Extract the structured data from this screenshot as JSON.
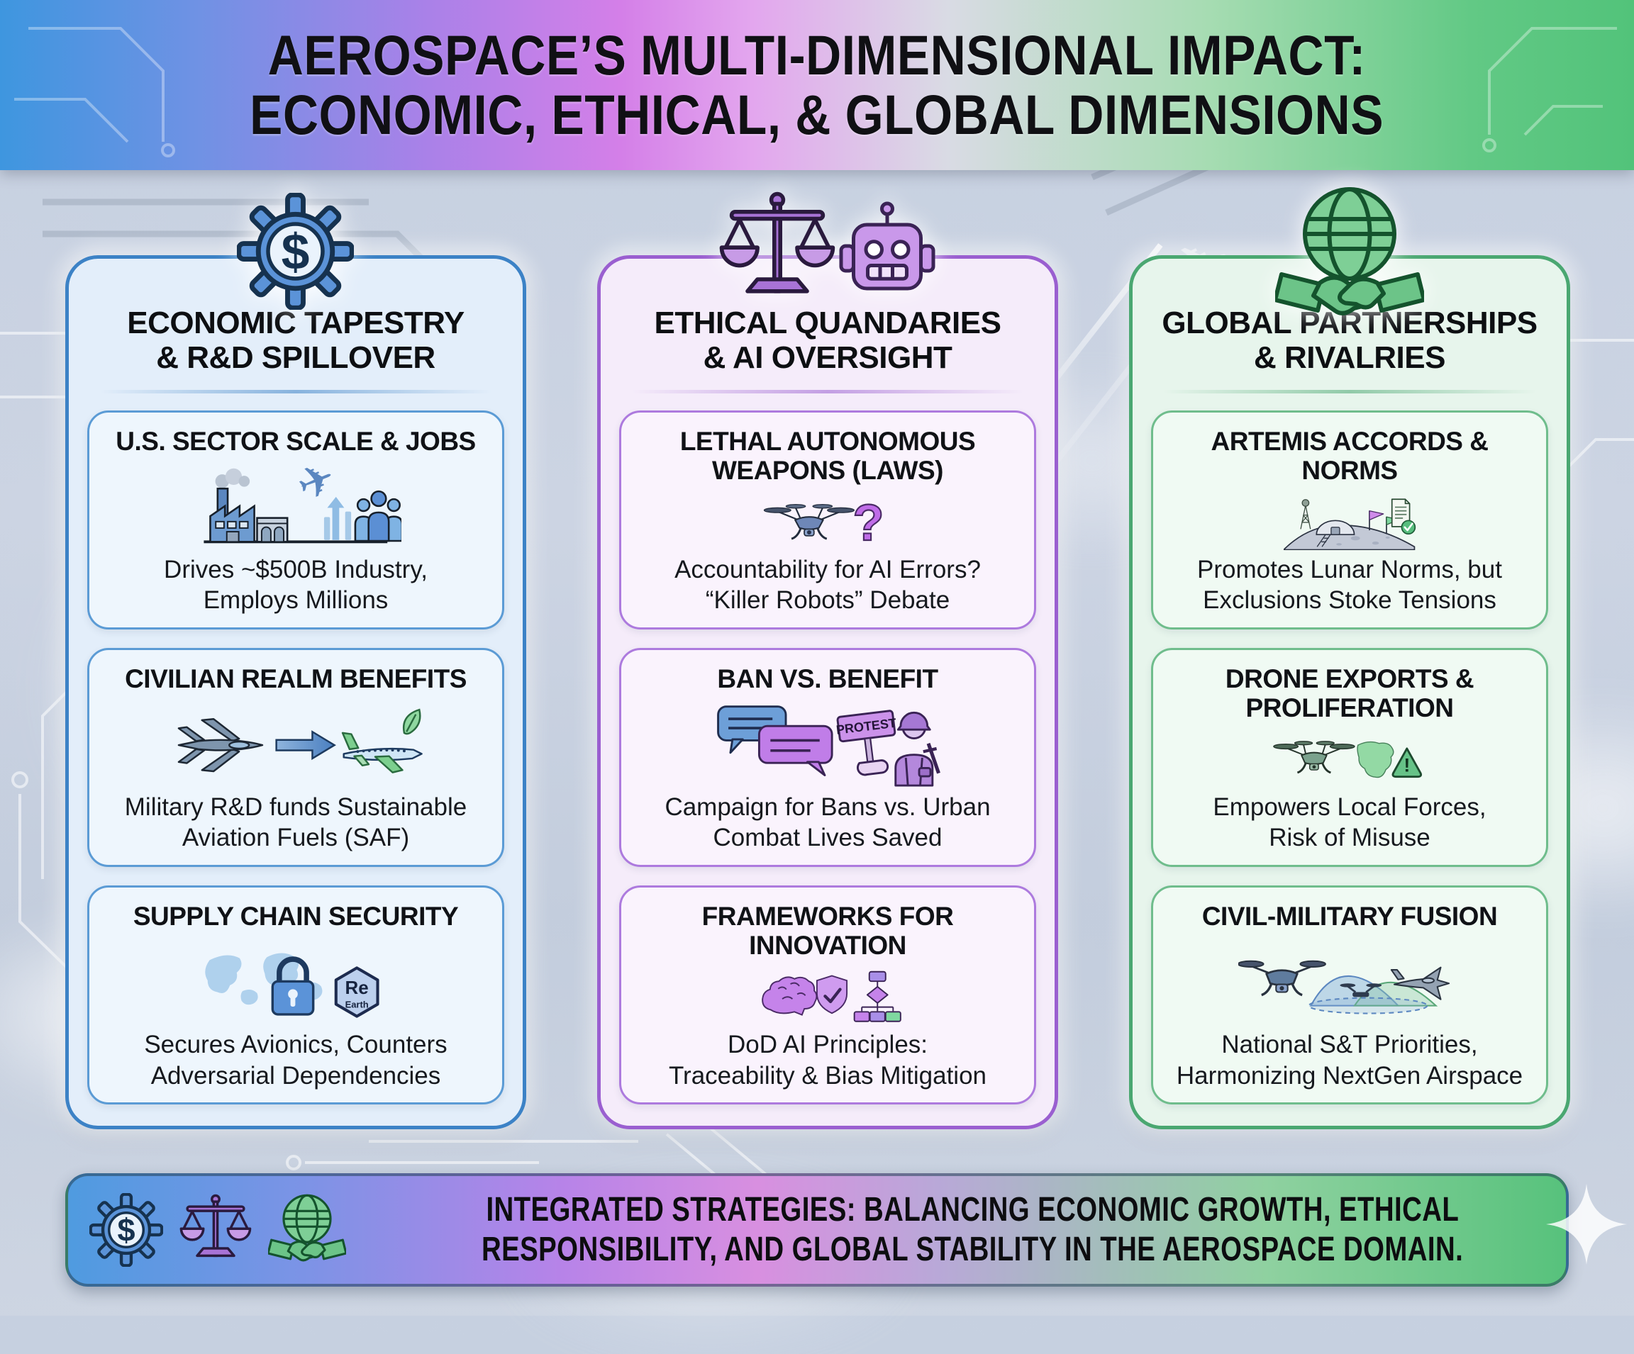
{
  "header": {
    "title_line1": "AEROSPACE’S MULTI-DIMENSIONAL IMPACT:",
    "title_line2": "ECONOMIC, ETHICAL, & GLOBAL DIMENSIONS"
  },
  "columns": [
    {
      "id": "economic",
      "heading1": "ECONOMIC TAPESTRY",
      "heading2": "& R&D SPILLOVER",
      "icon": "gear-dollar-icon",
      "cards": [
        {
          "t1": "U.S. SECTOR SCALE & JOBS",
          "d1": "Drives ~$500B Industry,",
          "d2": "Employs Millions",
          "icons": [
            "factory-icon",
            "airplane-icon",
            "growth-arrow-icon",
            "workforce-icon"
          ]
        },
        {
          "t1": "CIVILIAN REALM BENEFITS",
          "d1": "Military R&D funds Sustainable",
          "d2": "Aviation Fuels (SAF)",
          "icons": [
            "fighter-jet-icon",
            "transition-arrow-icon",
            "green-airliner-icon",
            "leaf-icon"
          ]
        },
        {
          "t1": "SUPPLY CHAIN SECURITY",
          "d1": "Secures Avionics, Counters",
          "d2": "Adversarial Dependencies",
          "icons": [
            "world-map-icon",
            "padlock-icon",
            "rare-earth-hexagon-icon"
          ]
        }
      ]
    },
    {
      "id": "ethical",
      "heading1": "ETHICAL QUANDARIES",
      "heading2": "& AI OVERSIGHT",
      "icon": "scales-robot-icon",
      "cards": [
        {
          "t1": "LETHAL AUTONOMOUS",
          "t2": "WEAPONS (LAWS)",
          "d1": "Accountability for AI Errors?",
          "d2": "“Killer Robots” Debate",
          "icons": [
            "drone-icon",
            "question-mark-icon"
          ]
        },
        {
          "t1": "BAN VS. BENEFIT",
          "d1": "Campaign for Bans vs. Urban",
          "d2": "Combat Lives Saved",
          "icons": [
            "chat-bubbles-icon",
            "protest-sign-icon",
            "soldier-icon"
          ]
        },
        {
          "t1": "FRAMEWORKS FOR",
          "t2": "INNOVATION",
          "d1": "DoD AI Principles:",
          "d2": "Traceability & Bias Mitigation",
          "icons": [
            "brain-icon",
            "shield-check-icon",
            "flowchart-icon"
          ]
        }
      ]
    },
    {
      "id": "global",
      "heading1": "GLOBAL PARTNERSHIPS",
      "heading2": "& RIVALRIES",
      "icon": "globe-handshake-icon",
      "cards": [
        {
          "t1": "ARTEMIS ACCORDS & NORMS",
          "d1": "Promotes Lunar Norms, but",
          "d2": "Exclusions Stoke Tensions",
          "icons": [
            "lunar-base-icon",
            "flags-icon",
            "accords-document-icon"
          ]
        },
        {
          "t1": "DRONE EXPORTS &",
          "t2": "PROLIFERATION",
          "d1": "Empowers Local Forces,",
          "d2": "Risk of Misuse",
          "icons": [
            "export-drone-icon",
            "region-map-icon",
            "warning-triangle-icon"
          ]
        },
        {
          "t1": "CIVIL-MILITARY FUSION",
          "d1": "National S&T Priorities,",
          "d2": "Harmonizing NextGen Airspace",
          "icons": [
            "fusion-drone-icon",
            "airspace-dome-icon",
            "fighter-jet-icon"
          ]
        }
      ]
    }
  ],
  "footer": {
    "line1": "INTEGRATED STRATEGIES: BALANCING ECONOMIC GROWTH, ETHICAL",
    "line2": "RESPONSIBILITY, AND GLOBAL STABILITY IN THE AEROSPACE DOMAIN.",
    "icons": [
      "gear-dollar-icon",
      "scales-icon",
      "globe-handshake-icon"
    ]
  },
  "glyphs": {
    "dollar": "$",
    "question": "?",
    "exclamation": "!",
    "protest": "PROTEST",
    "re": "Re",
    "earth": "Earth"
  },
  "palette": {
    "economic_accent": "#3c82c6",
    "ethical_accent": "#9a5fd0",
    "global_accent": "#4aa771",
    "header_gradient": [
      "#3e96df",
      "#d47fe8",
      "#d9dbe4",
      "#52c37a"
    ]
  }
}
